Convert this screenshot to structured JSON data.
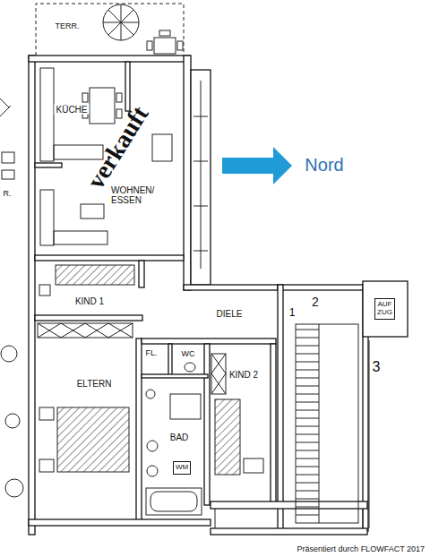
{
  "diagram": {
    "caption": "Präsentiert durch FLOWFACT 2017",
    "nodes": [
      {
        "text": [
          "AUF ZUG"
        ]
      },
      {
        "text": [
          "WM"
        ]
      }
    ],
    "labels": [
      "TERR.",
      "KÜCHE",
      "verkauft",
      "WOHNEN/ ESSEN",
      "KIND 1",
      "DIELE",
      "2",
      "1",
      "3",
      "FL.",
      "WC",
      "KIND 2",
      "ELTERN",
      "BAD",
      "Nord",
      "R."
    ]
  }
}
